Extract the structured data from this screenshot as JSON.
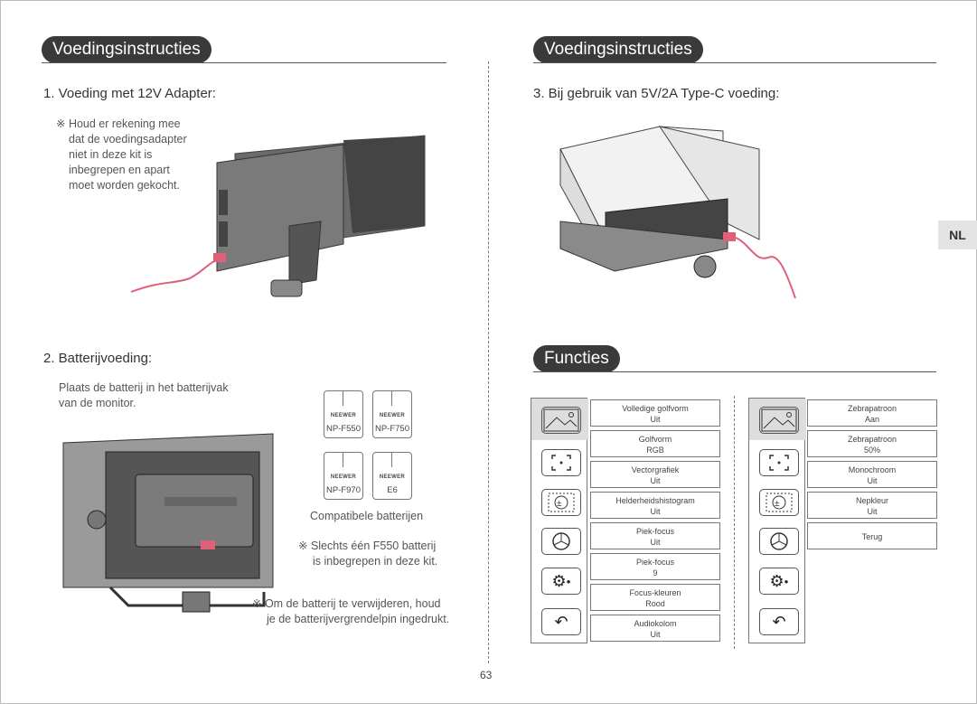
{
  "left": {
    "section_title": "Voedingsinstructies",
    "item1": {
      "heading": "1. Voeding met 12V Adapter:",
      "note": [
        "※ Houd er rekening mee",
        "dat de voedingsadapter",
        "niet in deze kit is",
        "inbegrepen en apart",
        "moet worden gekocht."
      ]
    },
    "item2": {
      "heading": "2. Batterijvoeding:",
      "note": [
        "Plaats de batterij in het batterijvak",
        "van de monitor."
      ],
      "batteries": [
        {
          "brand": "NEEWER",
          "model": "NP-F550"
        },
        {
          "brand": "NEEWER",
          "model": "NP-F750"
        },
        {
          "brand": "NEEWER",
          "model": "NP-F970"
        },
        {
          "brand": "NEEWER",
          "model": "E6"
        }
      ],
      "compatible_label": "Compatibele batterijen",
      "only_one": [
        "※ Slechts één F550 batterij",
        "is inbegrepen in deze kit."
      ],
      "remove": [
        "※ Om de batterij te verwijderen, houd",
        "je de batterijvergrendelpin ingedrukt."
      ]
    }
  },
  "right": {
    "section_title": "Voedingsinstructies",
    "item3": {
      "heading": "3. Bij gebruik van 5V/2A Type-C voeding:"
    },
    "functions_title": "Functies",
    "menu1": [
      {
        "title": "Volledige golfvorm",
        "value": "Uit"
      },
      {
        "title": "Golfvorm",
        "value": "RGB"
      },
      {
        "title": "Vectorgrafiek",
        "value": "Uit"
      },
      {
        "title": "Helderheidshistogram",
        "value": "Uit"
      },
      {
        "title": "Piek-focus",
        "value": "Uit"
      },
      {
        "title": "Piek-focus",
        "value": "9"
      },
      {
        "title": "Focus-kleuren",
        "value": "Rood"
      },
      {
        "title": "Audiokolom",
        "value": "Uit"
      }
    ],
    "menu2": [
      {
        "title": "Zebrapatroon",
        "value": "Aan"
      },
      {
        "title": "Zebrapatroon",
        "value": "50%"
      },
      {
        "title": "Monochroom",
        "value": "Uit"
      },
      {
        "title": "Nepkleur",
        "value": "Uit"
      },
      {
        "title": "Terug",
        "value": ""
      }
    ],
    "icons": [
      "image-icon",
      "focus-frame-icon",
      "exposure-icon",
      "aperture-icon",
      "gear-icon",
      "back-arrow-icon"
    ]
  },
  "side_tab": "NL",
  "page_number": "63"
}
